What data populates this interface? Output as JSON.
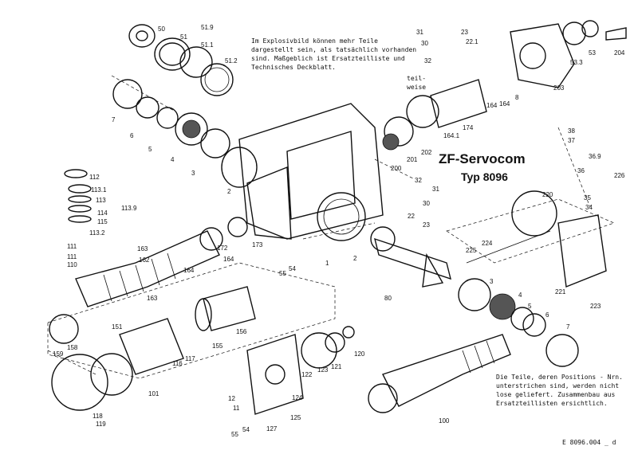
{
  "title": {
    "line1": "ZF-Servocom",
    "line2": "Typ 8096"
  },
  "notes": {
    "top": "Im Explosivbild können mehr Teile\ndargestellt sein, als tatsächlich vorhanden\nsind. Maßgeblich ist Ersatzteilliste und\nTechnisches Deckblatt.",
    "bottom": "Die Teile, deren Positions - Nrn.\nunterstrichen sind, werden nicht\nlose geliefert. Zusammenbau aus\nErsatzteillisten ersichtlich.",
    "teilweise": "teil-\nweise"
  },
  "doc_id": "E 8096.004 _ d",
  "labels": [
    "50",
    "51.9",
    "51",
    "51.1",
    "51.2",
    "7",
    "6",
    "5",
    "4",
    "3",
    "2",
    "31",
    "23",
    "30",
    "22.1",
    "32",
    "53",
    "204",
    "53.3",
    "8",
    "203",
    "164",
    "164",
    "174",
    "164.1",
    "202",
    "201",
    "200",
    "38",
    "37",
    "36.9",
    "36",
    "35",
    "34",
    "226",
    "220",
    "112",
    "113.1",
    "113",
    "114",
    "115",
    "113.2",
    "113.9",
    "32",
    "31",
    "30",
    "22",
    "23",
    "1",
    "2",
    "111",
    "111",
    "110",
    "163",
    "162",
    "164",
    "164",
    "172",
    "173",
    "55",
    "54",
    "224",
    "225",
    "221",
    "223",
    "163",
    "80",
    "3",
    "4",
    "5",
    "6",
    "7",
    "158",
    "159",
    "151",
    "156",
    "155",
    "117",
    "116",
    "101",
    "118",
    "119",
    "122",
    "123",
    "121",
    "120",
    "124",
    "12",
    "11",
    "125",
    "55",
    "54",
    "127",
    "100"
  ]
}
